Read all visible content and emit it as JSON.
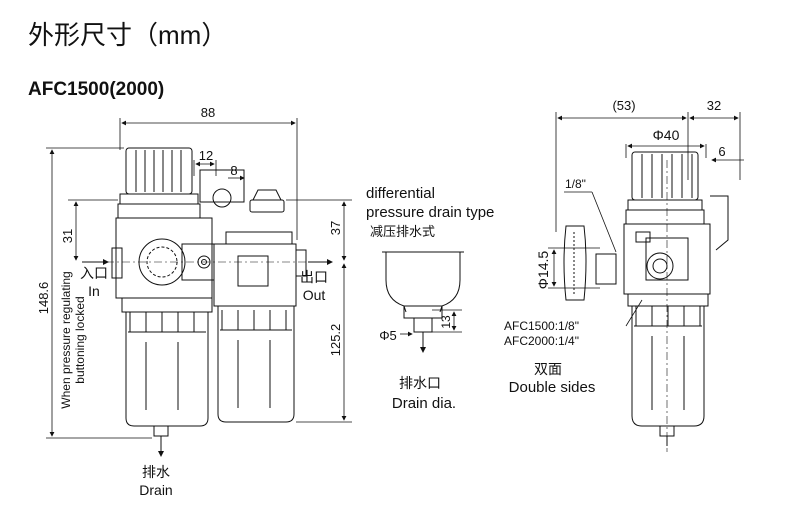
{
  "title": "外形尺寸（mm）",
  "model": "AFC1500(2000)",
  "front_view": {
    "dim_width": "88",
    "dim_12": "12",
    "dim_8": "8",
    "dim_31": "31",
    "dim_37": "37",
    "dim_height": "148.6",
    "dim_body": "125.2",
    "inlet_cn": "入口",
    "inlet_en": "In",
    "outlet_cn": "出口",
    "outlet_en": "Out",
    "vertical_note_line1": "When pressure regulating",
    "vertical_note_line2": "buttoning locked",
    "drain_cn": "排水",
    "drain_en": "Drain"
  },
  "drain_detail": {
    "title_line1": "differential",
    "title_line2": "pressure drain type",
    "title_cn": "减压排水式",
    "dim_phi5": "Φ5",
    "dim_13": "13",
    "label_cn": "排水口",
    "label_en": "Drain dia."
  },
  "side_view": {
    "dim_53": "(53)",
    "dim_32": "32",
    "dim_phi40": "Φ40",
    "dim_6": "6",
    "dim_port": "1/8\"",
    "dim_phi14_5": "Φ14.5",
    "port_afc1500": "AFC1500:1/8\"",
    "port_afc2000": "AFC2000:1/4\"",
    "sides_cn": "双面",
    "sides_en": "Double sides"
  }
}
